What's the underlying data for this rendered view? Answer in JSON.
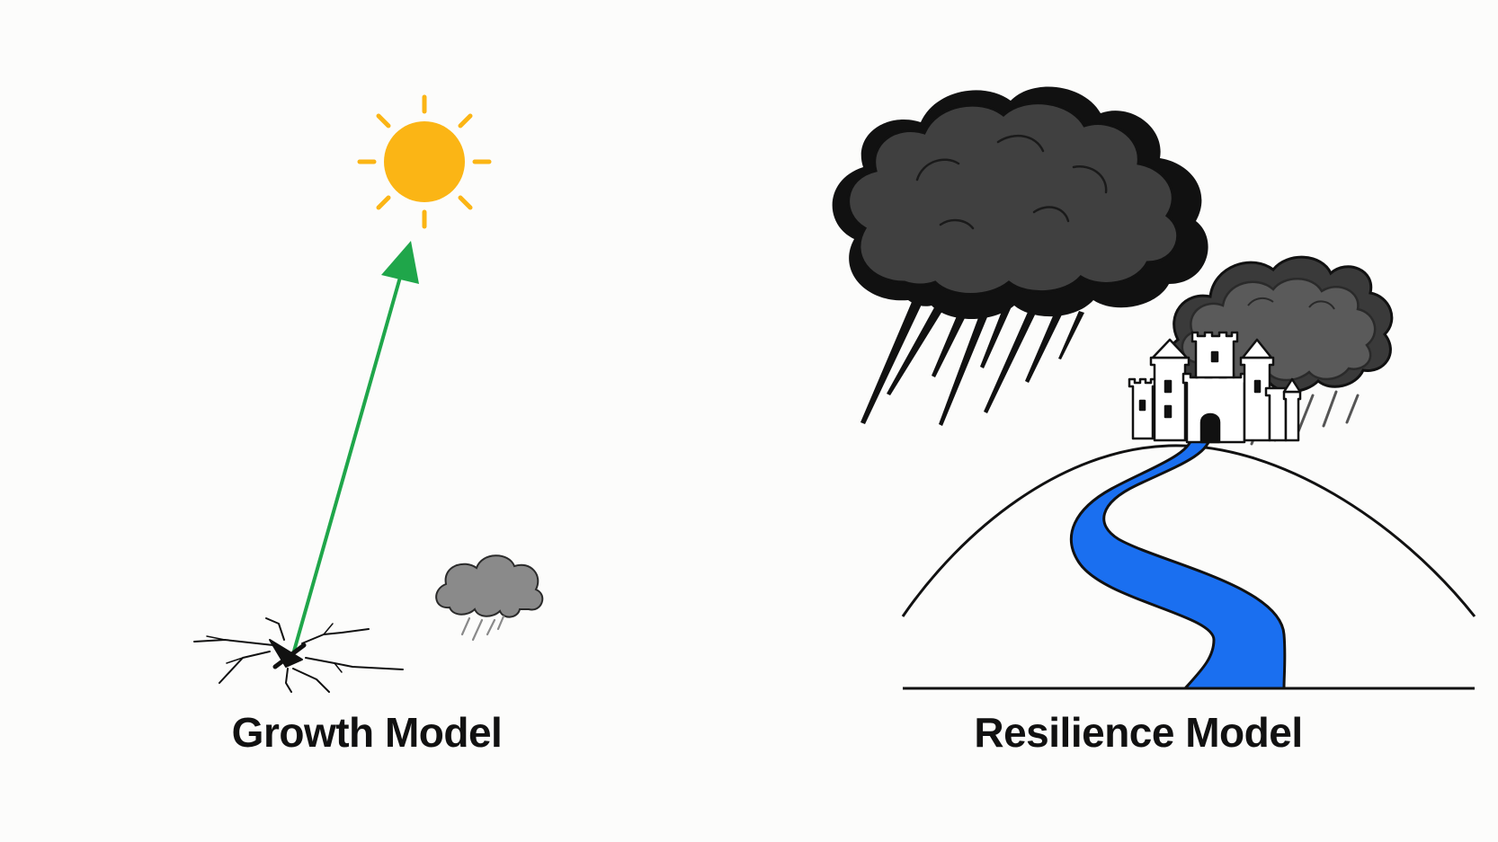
{
  "panels": {
    "left": {
      "title": "Growth Model",
      "icons": [
        "sun-icon",
        "arrow-up-icon",
        "cracked-ground-icon",
        "small-rain-cloud-icon"
      ]
    },
    "right": {
      "title": "Resilience Model",
      "icons": [
        "storm-cloud-icon",
        "rain-cloud-icon",
        "castle-icon",
        "hill-icon",
        "winding-path-icon",
        "ground-line"
      ]
    }
  },
  "colors": {
    "background": "#fcfcfb",
    "sun": "#fbb515",
    "arrow": "#1fa64a",
    "storm_cloud": "#3f3f3f",
    "small_cloud": "#8a8a8a",
    "path": "#1a6ff0",
    "outline": "#111111"
  }
}
